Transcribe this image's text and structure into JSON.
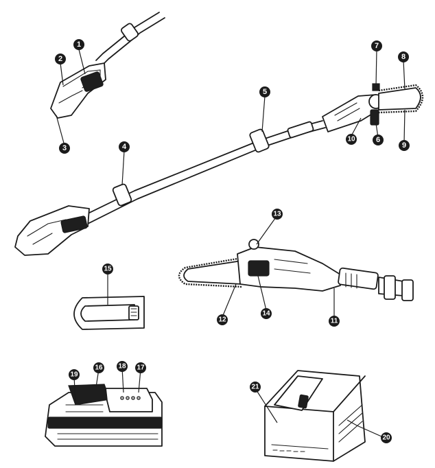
{
  "callouts": {
    "c1": "1",
    "c2": "2",
    "c3": "3",
    "c4": "4",
    "c5": "5",
    "c6": "6",
    "c7": "7",
    "c8": "8",
    "c9": "9",
    "c10": "10",
    "c11": "11",
    "c12": "12",
    "c13": "13",
    "c14": "14",
    "c15": "15",
    "c16": "16",
    "c17": "17",
    "c18": "18",
    "c19": "19",
    "c20": "20",
    "c21": "21"
  },
  "colors": {
    "ink": "#1b1b1b",
    "paper": "#ffffff",
    "shade": "#bdbdbd"
  }
}
